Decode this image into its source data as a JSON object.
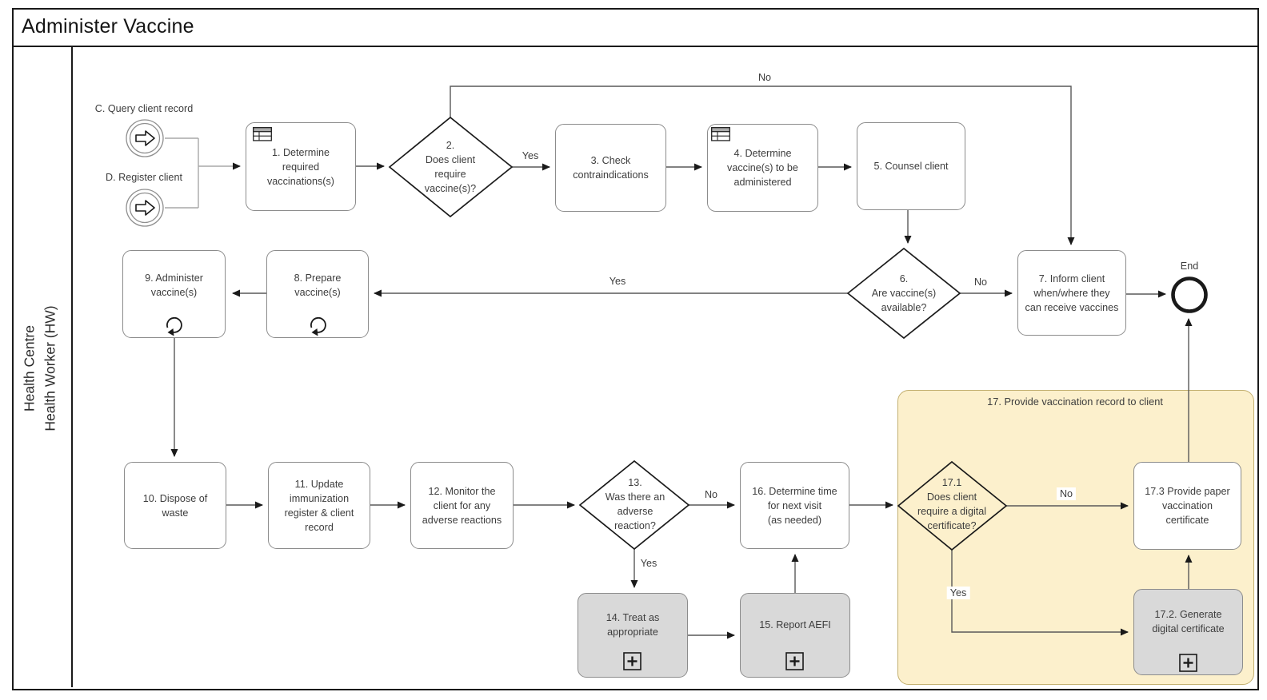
{
  "title": "Administer Vaccine",
  "pool": {
    "label": "Health Centre",
    "lane_label": "Health Worker (HW)"
  },
  "events": {
    "start_c": {
      "label": "C. Query client record"
    },
    "start_d": {
      "label": "D. Register client"
    },
    "end": {
      "label": "End"
    }
  },
  "tasks": {
    "t1": {
      "label": "1. Determine\nrequired\nvaccinations(s)"
    },
    "t3": {
      "label": "3. Check\ncontraindications"
    },
    "t4": {
      "label": "4. Determine\nvaccine(s) to be\nadministered"
    },
    "t5": {
      "label": "5. Counsel client"
    },
    "t7": {
      "label": "7. Inform client\nwhen/where they\ncan receive vaccines"
    },
    "t8": {
      "label": "8. Prepare\nvaccine(s)"
    },
    "t9": {
      "label": "9. Administer\nvaccine(s)"
    },
    "t10": {
      "label": "10. Dispose of\nwaste"
    },
    "t11": {
      "label": "11. Update\nimmunization\nregister & client\nrecord"
    },
    "t12": {
      "label": "12. Monitor the\nclient for any\nadverse reactions"
    },
    "t14": {
      "label": "14. Treat as\nappropriate"
    },
    "t15": {
      "label": "15. Report AEFI"
    },
    "t16": {
      "label": "16. Determine time\nfor next visit\n(as needed)"
    },
    "t17_2": {
      "label": "17.2. Generate\ndigital certificate"
    },
    "t17_3": {
      "label": "17.3 Provide paper\nvaccination\ncertificate"
    }
  },
  "gateways": {
    "g2": {
      "label": "2.\nDoes client\nrequire\nvaccine(s)?"
    },
    "g6": {
      "label": "6.\nAre vaccine(s)\navailable?"
    },
    "g13": {
      "label": "13.\nWas there an\nadverse\nreaction?"
    },
    "g17_1": {
      "label": "17.1\nDoes client\nrequire a digital\ncertificate?"
    }
  },
  "group17": {
    "label": "17. Provide vaccination record to client"
  },
  "flows": {
    "g2_yes": "Yes",
    "g2_no": "No",
    "g6_yes": "Yes",
    "g6_no": "No",
    "g13_yes": "Yes",
    "g13_no": "No",
    "g17_yes": "Yes",
    "g17_no": "No"
  },
  "colors": {
    "group_fill": "#fcf0cc",
    "group_border": "#c3b070",
    "task_fill": "#ffffff",
    "subprocess_fill": "#d9d9d9",
    "task_border": "#8c8c8c",
    "gateway_border": "#1a1a1a",
    "flow_line": "#595959",
    "text": "#3d3d3d"
  }
}
